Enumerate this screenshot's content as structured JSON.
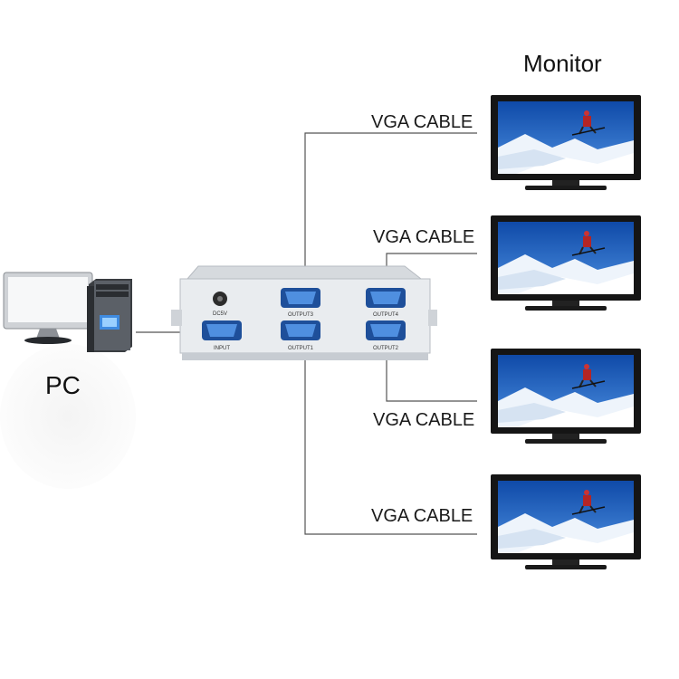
{
  "monitor_title": "Monitor",
  "pc_label": "PC",
  "cables": [
    {
      "label": "VGA CABLE"
    },
    {
      "label": "VGA CABLE"
    },
    {
      "label": "VGA CABLE"
    },
    {
      "label": "VGA CABLE"
    }
  ],
  "splitter": {
    "dc_label": "DC5V",
    "ports": {
      "input": "INPUT",
      "output1": "OUTPUT1",
      "output2": "OUTPUT2",
      "output3": "OUTPUT3",
      "output4": "OUTPUT4"
    }
  },
  "colors": {
    "line": "#555555",
    "port_blue": "#3f78c8",
    "device_body": "#e9ecef",
    "monitor_frame": "#151515",
    "sky": "#1f63c6",
    "snow": "#eef4fb"
  }
}
